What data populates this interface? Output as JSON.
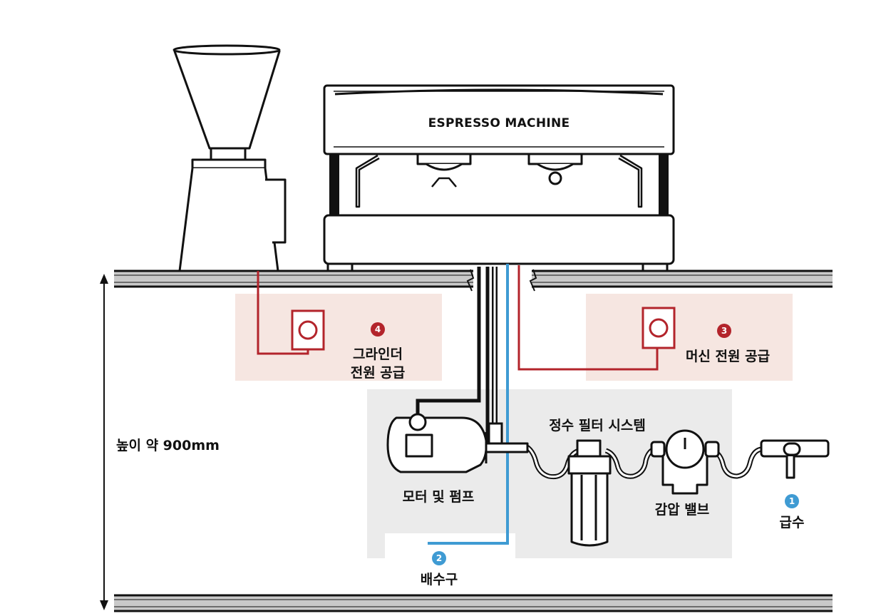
{
  "colors": {
    "power": "#b3242b",
    "water": "#3f9bd3",
    "line": "#111111",
    "panel_power": "#f6e6e1",
    "panel_plumbing": "#ebebeb"
  },
  "machine": {
    "title": "ESPRESSO MACHINE"
  },
  "height_note": "높이 약 900mm",
  "callouts": {
    "water_supply": {
      "number": "1",
      "label": "급수"
    },
    "drain": {
      "number": "2",
      "label": "배수구"
    },
    "machine_power": {
      "number": "3",
      "label": "머신 전원 공급"
    },
    "grinder_power": {
      "number": "4",
      "label_line1": "그라인더",
      "label_line2": "전원 공급"
    }
  },
  "components": {
    "motor_pump": "모터 및 펌프",
    "filter_system": "정수 필터 시스템",
    "pressure_valve": "감압 밸브"
  }
}
